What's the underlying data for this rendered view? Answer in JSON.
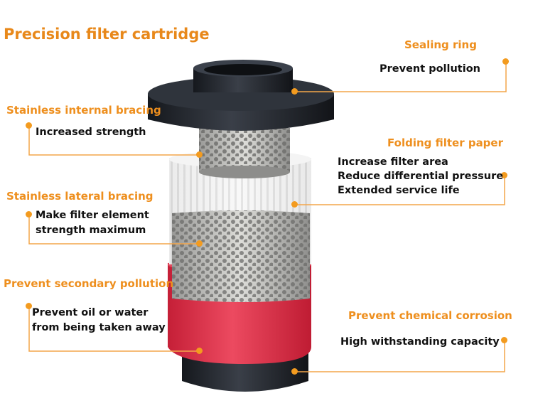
{
  "title": "Precision filter cartridge",
  "colors": {
    "accent": "#ee8f1e",
    "line": "#f4a64a",
    "text": "#111111",
    "end_cap": "#2c3038",
    "filter_paper": "#f2f2f2",
    "red_sponge": "#e2364e"
  },
  "callouts": {
    "sealing_ring": {
      "title": "Sealing ring",
      "lines": [
        "Prevent pollution"
      ]
    },
    "stainless_internal": {
      "title": "Stainless internal bracing",
      "lines": [
        "Increased strength"
      ]
    },
    "folding_paper": {
      "title": "Folding filter paper",
      "lines": [
        "Increase filter area",
        "Reduce differential pressure",
        "Extended service life"
      ]
    },
    "stainless_lateral": {
      "title": "Stainless lateral bracing",
      "lines": [
        "Make filter element",
        "strength maximum"
      ]
    },
    "secondary_pollution": {
      "title": "Prevent secondary pollution",
      "lines": [
        "Prevent oil or water",
        "from being taken away"
      ]
    },
    "chemical_corrosion": {
      "title": "Prevent chemical corrosion",
      "lines": [
        "High withstanding capacity"
      ]
    }
  }
}
